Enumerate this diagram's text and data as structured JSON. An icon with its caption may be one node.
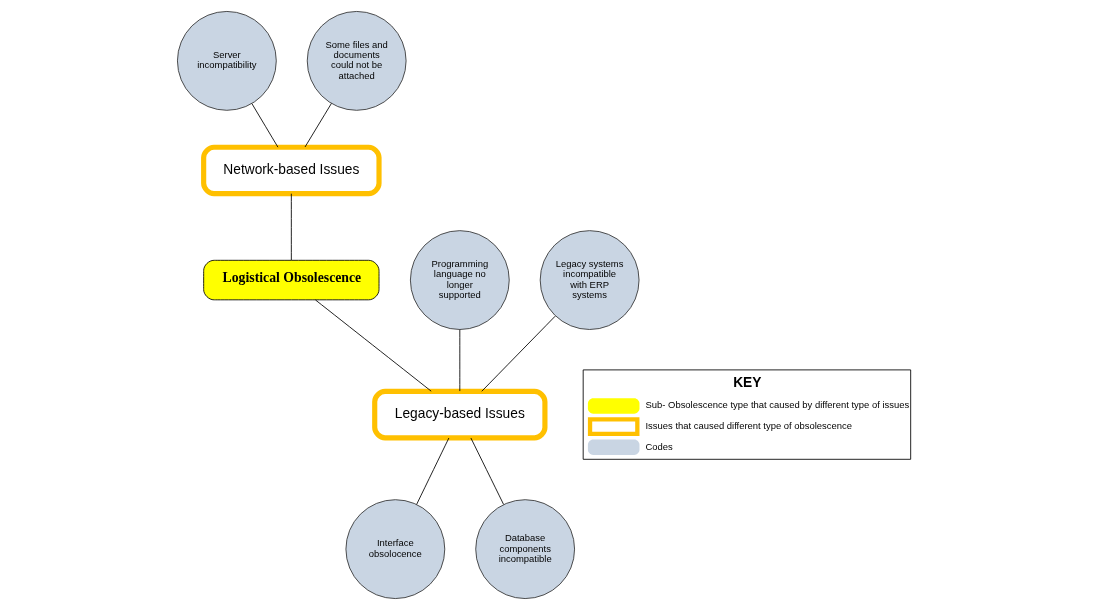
{
  "diagram": {
    "nodes": [
      {
        "text": [
          "Server incompatibility"
        ]
      },
      {
        "text": [
          "Some files and documents could not be attached"
        ]
      },
      {
        "text": [
          "Network-based Issues"
        ]
      },
      {
        "text": [
          "Programming language no longer supported"
        ]
      },
      {
        "text": [
          "Legacy systems incompatible with ERP systems"
        ]
      },
      {
        "text": [
          "Legacy-based Issues"
        ]
      },
      {
        "text": [
          "Logistical Obsolescence"
        ]
      },
      {
        "text": [
          "Interface obsolocence"
        ]
      },
      {
        "text": [
          "Database components incompatible"
        ]
      }
    ],
    "edges": [
      {
        "from": 0,
        "to": 2,
        "arrow": "none"
      },
      {
        "from": 1,
        "to": 2,
        "arrow": "none"
      },
      {
        "from": 2,
        "to": 6,
        "arrow": "none"
      },
      {
        "from": 3,
        "to": 5,
        "arrow": "none"
      },
      {
        "from": 4,
        "to": 5,
        "arrow": "none"
      },
      {
        "from": 6,
        "to": 5,
        "arrow": "none"
      },
      {
        "from": 5,
        "to": 7,
        "arrow": "none"
      },
      {
        "from": 5,
        "to": 8,
        "arrow": "none"
      }
    ],
    "labels": [
      "KEY"
    ],
    "legend": [
      {
        "text": "Sub- Obsolescence type that caused by different type of issues"
      },
      {
        "text": "Issues that caused different type of obsolescence"
      },
      {
        "text": "Codes"
      }
    ]
  }
}
